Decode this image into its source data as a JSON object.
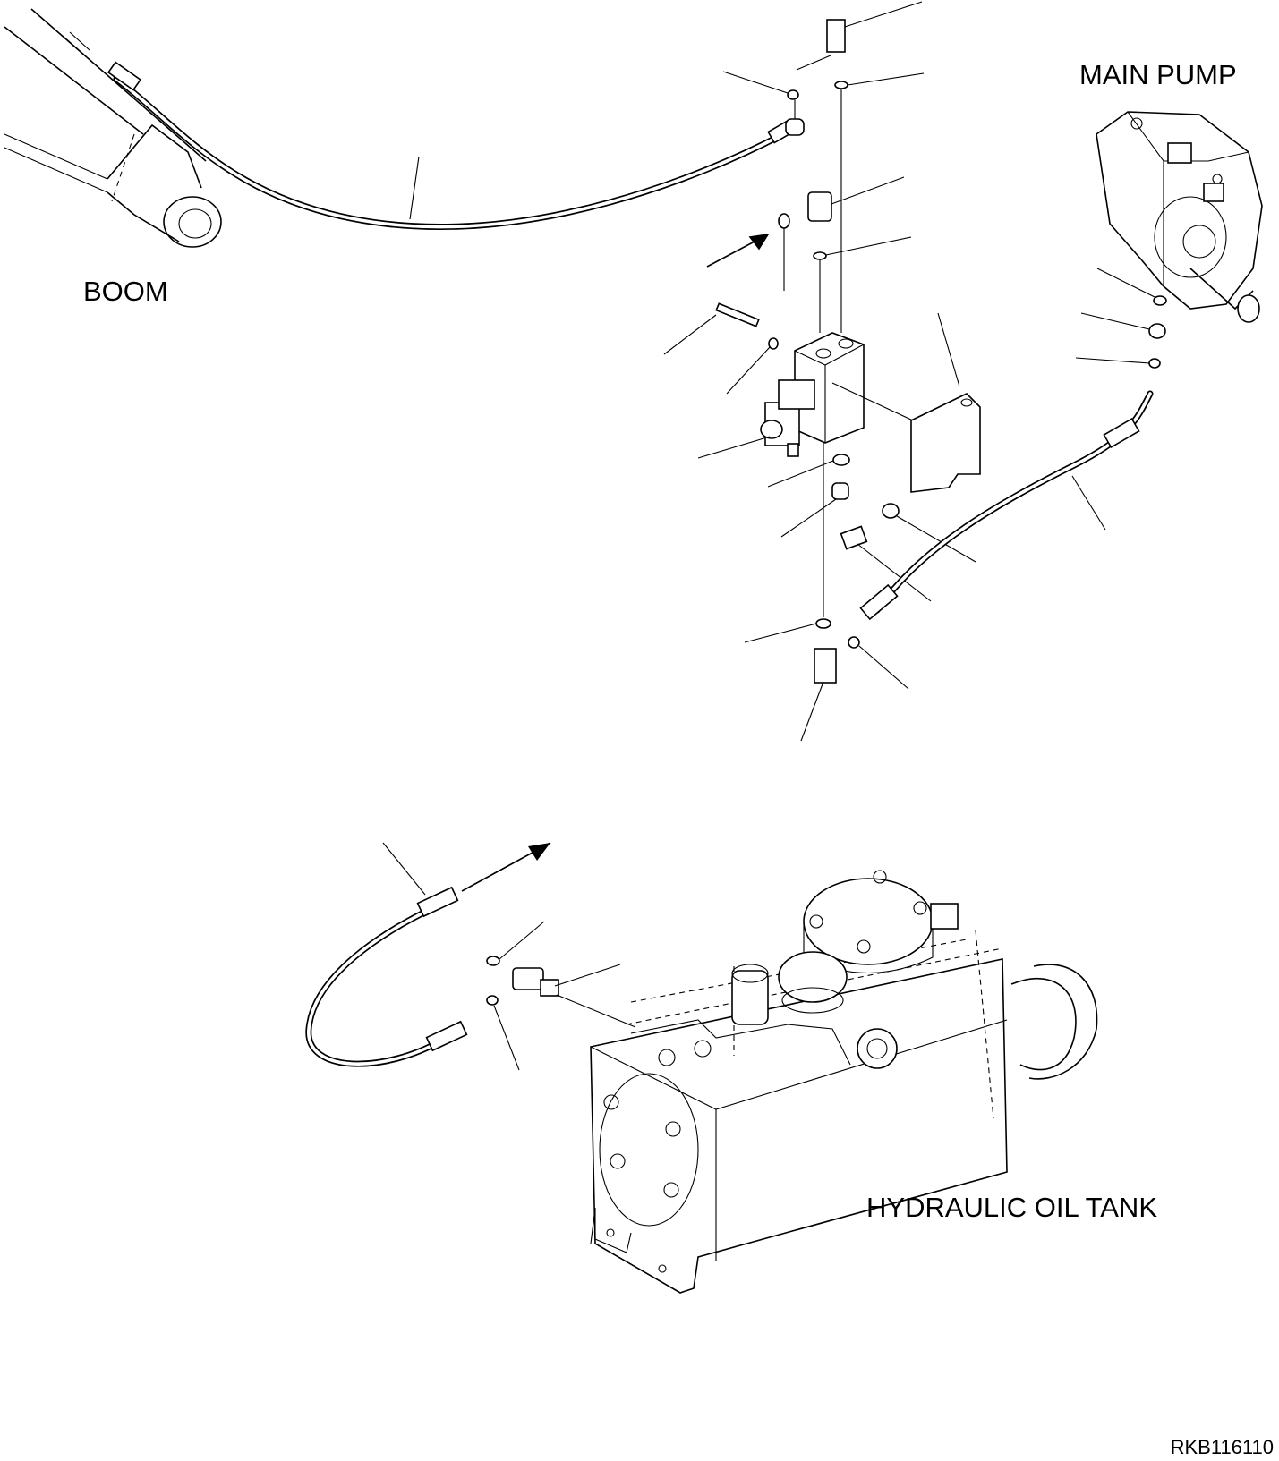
{
  "labels": {
    "boom": "BOOM",
    "main_pump": "MAIN PUMP",
    "hydraulic_oil_tank": "HYDRAULIC OIL TANK"
  },
  "drawing_code": "RKB116110"
}
